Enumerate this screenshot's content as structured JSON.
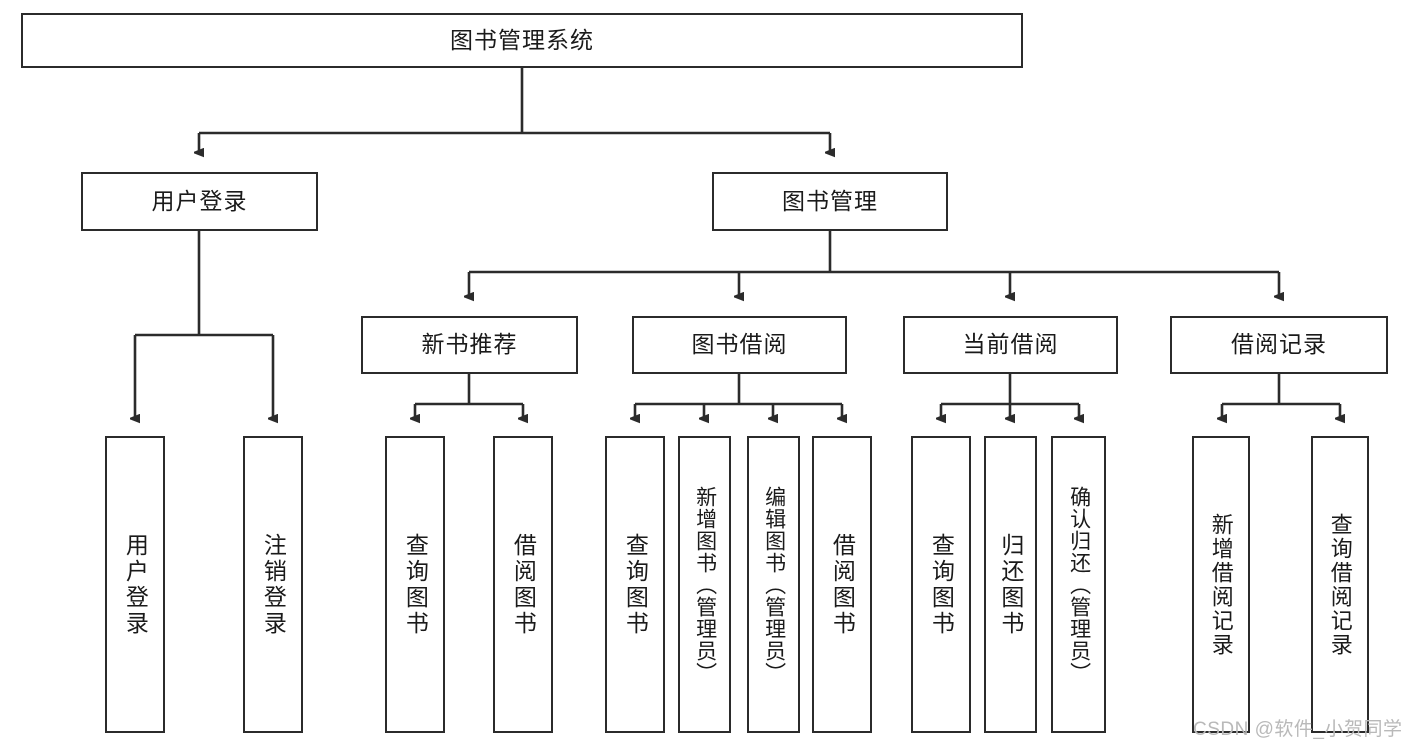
{
  "diagram": {
    "title": "图书管理系统",
    "type": "tree-hierarchy",
    "root": {
      "label": "图书管理系统"
    },
    "level2": [
      {
        "label": "用户登录"
      },
      {
        "label": "图书管理"
      }
    ],
    "level3": [
      {
        "label": "新书推荐"
      },
      {
        "label": "图书借阅"
      },
      {
        "label": "当前借阅"
      },
      {
        "label": "借阅记录"
      }
    ],
    "leaves": {
      "user_login": [
        {
          "label": "用户登录"
        },
        {
          "label": "注销登录"
        }
      ],
      "new_book_recommend": [
        {
          "label": "查询图书"
        },
        {
          "label": "借阅图书"
        }
      ],
      "book_borrow": [
        {
          "label": "查询图书"
        },
        {
          "label": "新增图书（管理员）"
        },
        {
          "label": "编辑图书（管理员）"
        },
        {
          "label": "借阅图书"
        }
      ],
      "current_borrow": [
        {
          "label": "查询图书"
        },
        {
          "label": "归还图书"
        },
        {
          "label": "确认归还（管理员）"
        }
      ],
      "borrow_record": [
        {
          "label": "新增借阅记录"
        },
        {
          "label": "查询借阅记录"
        }
      ]
    }
  },
  "watermark": {
    "text": "CSDN @软件_小贺同学"
  },
  "colors": {
    "stroke": "#2b2b2b",
    "fill": "#ffffff",
    "text": "#1a1a1a",
    "watermark": "#b9b9b9"
  }
}
